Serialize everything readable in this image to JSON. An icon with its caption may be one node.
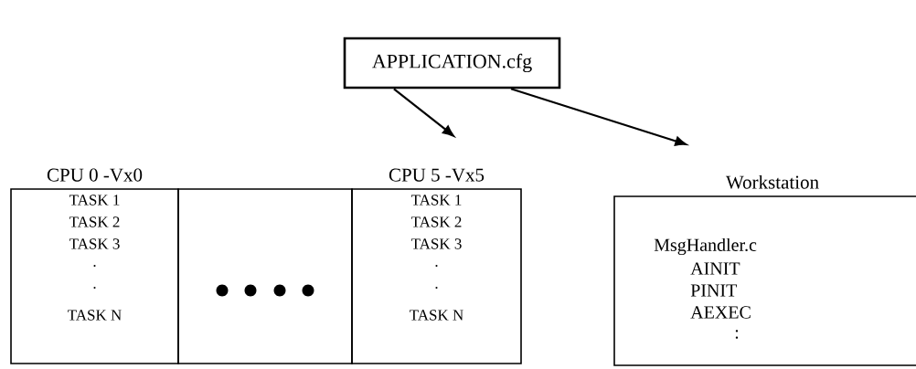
{
  "diagram": {
    "nodes": [
      {
        "text": [
          "APPLICATION.cfg"
        ]
      },
      {
        "text": [
          "CPU 0 -Vx0",
          "TASK 1",
          "TASK 2",
          "TASK 3",
          ".",
          ".",
          "TASK N"
        ]
      },
      {
        "text": [],
        "shape": "box"
      },
      {
        "text": [
          "CPU 5 -Vx5",
          "TASK 1",
          "TASK 2",
          "TASK 3",
          ".",
          ".",
          "TASK N"
        ]
      },
      {
        "text": [
          "Workstation",
          "MsgHandler.c",
          "AINIT",
          "PINIT",
          "AEXEC",
          ":"
        ]
      }
    ],
    "edges": [
      {
        "from": 0,
        "to": 3,
        "arrow": "to"
      },
      {
        "from": 0,
        "to": 4,
        "arrow": "to"
      }
    ]
  }
}
